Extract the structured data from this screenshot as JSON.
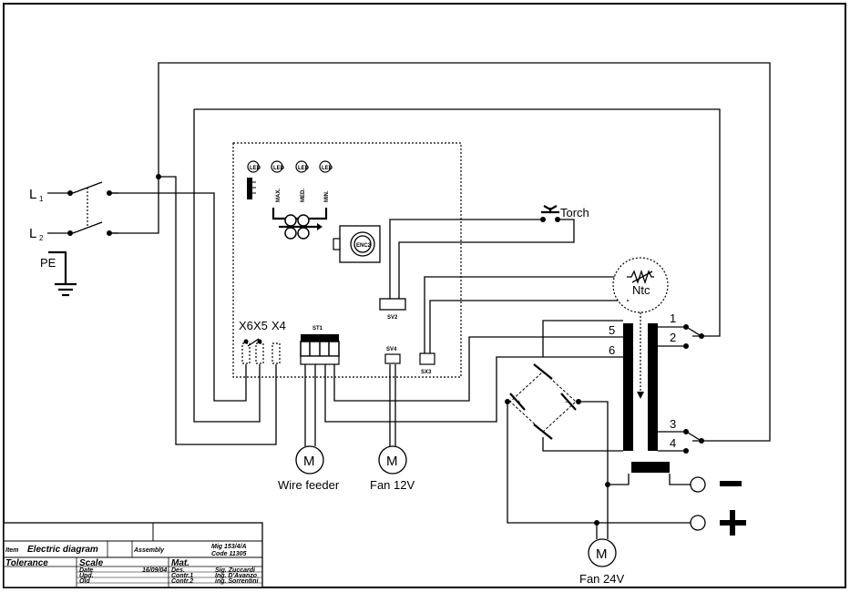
{
  "supply": {
    "line1": "L",
    "line1_sub": "1",
    "line2": "L",
    "line2_sub": "2",
    "earth": "PE"
  },
  "board": {
    "led_label": "LED",
    "led_max": "MAX.",
    "led_med": "MED.",
    "led_min": "MIN.",
    "encoder": "ENC2",
    "sv2": "SV2",
    "x6": "X6",
    "x5": "X5",
    "x4": "X4",
    "st1": "ST1",
    "sv4": "SV4",
    "sx3": "SX3"
  },
  "components": {
    "torch": "Torch",
    "ntc": "Ntc",
    "wire_feeder": "Wire feeder",
    "fan12": "Fan 12V",
    "fan24": "Fan 24V",
    "motor_symbol": "M"
  },
  "transformer": {
    "tap1": "1",
    "tap2": "2",
    "tap3": "3",
    "tap4": "4",
    "tap5": "5",
    "tap6": "6"
  },
  "output": {
    "minus": "−",
    "plus": "+"
  },
  "title_block": {
    "item_label": "Item",
    "item_value": "Electric diagram",
    "assembly_label": "Assembly",
    "part_line1": "Mig 153/4/A",
    "part_line2": "Code 11305",
    "tolerance_label": "Tolerance",
    "scale_label": "Scale",
    "mat_label": "Mat.",
    "date_label": "Date",
    "date_value": "16/09/04",
    "upd_label": "Upd.",
    "old_label": "Old",
    "des_label": "Des.",
    "des_value": "Sig. Zuccardi",
    "contr1_label": "Contr.1",
    "contr1_value": "Ing. D'Avanzo",
    "contr2_label": "Contr.2",
    "contr2_value": "ing. Sorrentini"
  }
}
